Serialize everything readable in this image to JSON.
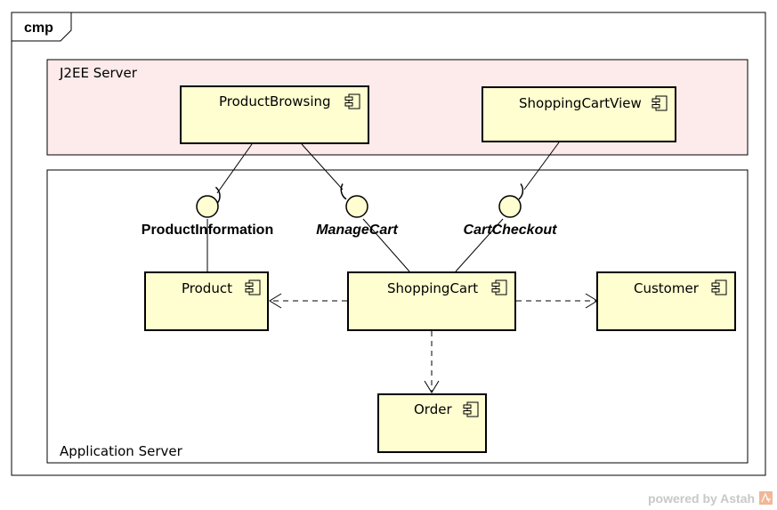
{
  "frame": {
    "label": "cmp"
  },
  "nodes": {
    "j2ee": {
      "label": "J2EE Server",
      "fill": "#fdeaea"
    },
    "app": {
      "label": "Application Server",
      "fill": "#ffffff"
    }
  },
  "components": {
    "product_browsing": "ProductBrowsing",
    "shopping_cart_view": "ShoppingCartView",
    "product": "Product",
    "shopping_cart": "ShoppingCart",
    "customer": "Customer",
    "order": "Order",
    "fill": "#fefed0"
  },
  "interfaces": {
    "product_information": "ProductInformation",
    "manage_cart": "ManageCart",
    "cart_checkout": "CartCheckout"
  },
  "watermark": {
    "text": "powered by Astah"
  }
}
